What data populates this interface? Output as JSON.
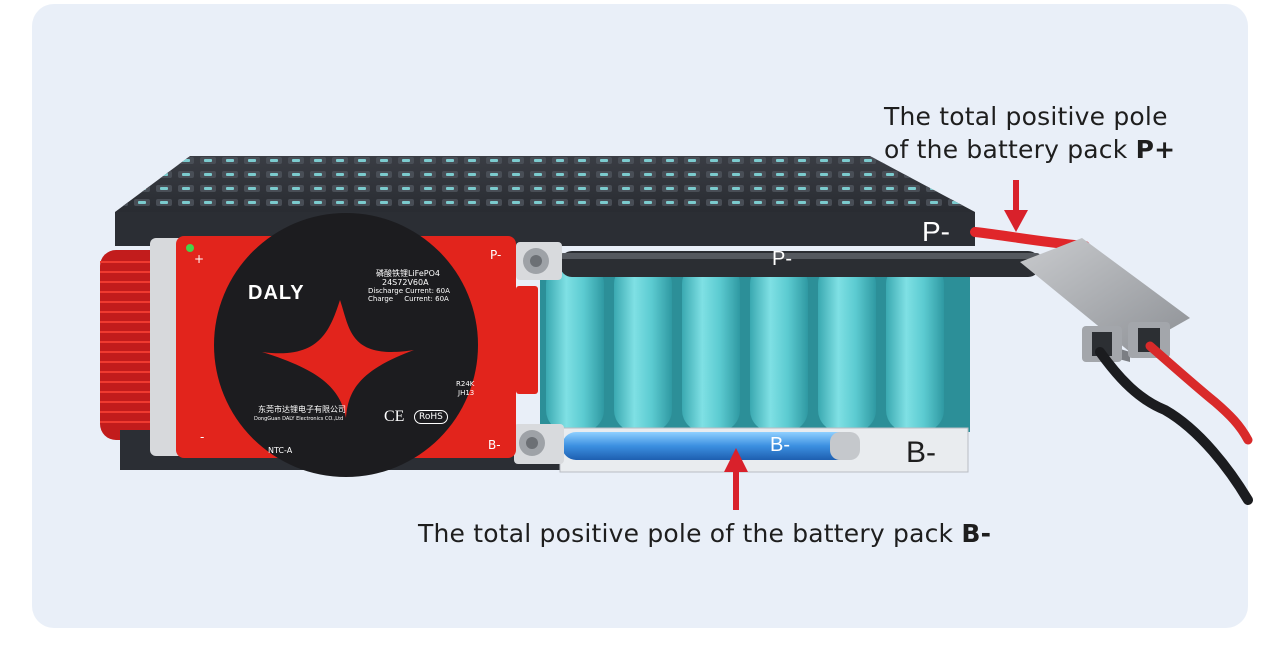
{
  "callouts": {
    "positive": {
      "line1": "The total positive pole",
      "line2_text": "of the battery pack ",
      "line2_strong": "P+"
    },
    "negative": {
      "text": "The total positive pole of the battery pack ",
      "strong": "B-"
    }
  },
  "labels": {
    "p_minus_top": "P-",
    "p_minus_cable": "P-",
    "b_minus_cable": "B-",
    "b_minus_tray": "B-"
  },
  "bms_board": {
    "brand": "DALY",
    "chinese_title": "磷酸铁锂LiFePO4",
    "model": "24S72V60A",
    "discharge": "Discharge Current: 60A",
    "charge": "Charge     Current: 60A",
    "code1": "R24K",
    "code2": "JH13",
    "company_cn": "东莞市达锂电子有限公司",
    "company_en": "DongGuan DALY Electronics CO.,Ltd",
    "ce": "CE",
    "rohs": "RoHS",
    "plus": "+",
    "minus": "-",
    "p_minus": "P-",
    "b_minus": "B-",
    "ntc": "NTC-A"
  },
  "colors": {
    "panel_bg": "#e9eff8",
    "bms_red": "#e2241c",
    "cell_teal": "#56c6cc",
    "arrow_red": "#d9212b",
    "top_plate": "#2a2d33"
  }
}
